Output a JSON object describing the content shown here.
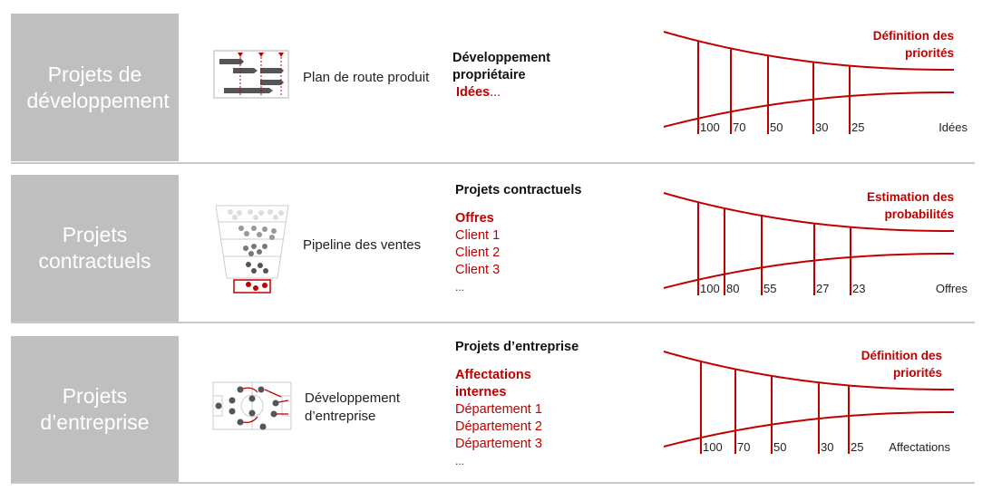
{
  "colors": {
    "accent": "#c00000",
    "gray": "#bfbfbf"
  },
  "rows": [
    {
      "category": "Projets de développement",
      "tool": "Plan de route produit",
      "heading": "Développement propriétaire",
      "subheading": "Idées",
      "items": [
        "..."
      ],
      "funnel": {
        "title": "Définition des priorités",
        "values": [
          "100",
          "70",
          "50",
          "30",
          "25"
        ],
        "end_label": "Idées"
      }
    },
    {
      "category": "Projets contractuels",
      "tool": "Pipeline des ventes",
      "heading": "Projets contractuels",
      "subheading": "Offres",
      "items": [
        "Client 1",
        "Client 2",
        "Client 3",
        "..."
      ],
      "funnel": {
        "title": "Estimation des probabilités",
        "values": [
          "100",
          "80",
          "55",
          "27",
          "23"
        ],
        "end_label": "Offres"
      }
    },
    {
      "category": "Projets d’entreprise",
      "tool": "Développement d’entreprise",
      "heading": "Projets d’entreprise",
      "subheading": "Affectations internes",
      "items": [
        "Département 1",
        "Département 2",
        "Département 3",
        "..."
      ],
      "funnel": {
        "title": "Définition des priorités",
        "values": [
          "100",
          "70",
          "50",
          "30",
          "25"
        ],
        "end_label": "Affectations"
      }
    }
  ]
}
